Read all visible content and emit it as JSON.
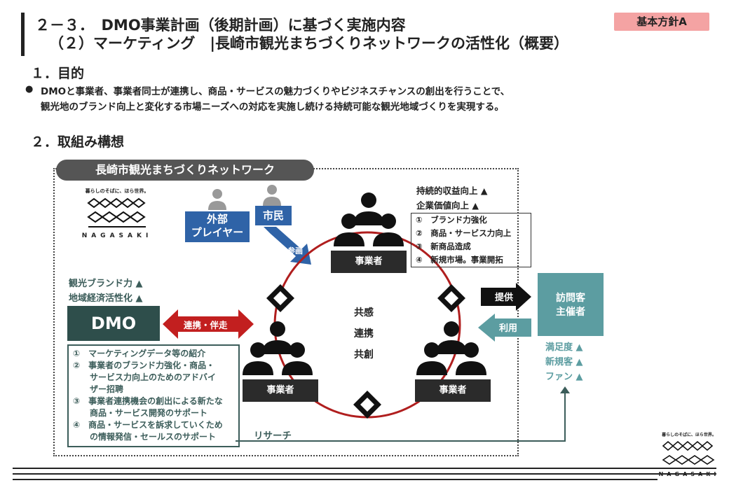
{
  "header": {
    "title_line1": "２－３．　DMO事業計画（後期計画）に基づく実施内容",
    "title_line2": "（２）マーケティング　|長崎市観光まちづくりネットワークの活性化（概要）",
    "badge": "基本方針A"
  },
  "section1": {
    "heading": "１．目的",
    "bullet": "●",
    "text_line1": "DMOと事業者、事業者同士が連携し、商品・サービスの魅力づくりやビジネスチャンスの創出を行うことで、",
    "text_line2": "観光地のブランド向上と変化する市場ニーズへの対応を実施し続ける持続可能な観光地域づくりを実現する。"
  },
  "section2": {
    "heading": "２．取組み構想"
  },
  "diagram": {
    "network_label": "長崎市観光まちづくりネットワーク",
    "logo": {
      "tagline": "暮らしのそばに、ほら世界。",
      "wordmark": "NAGASAKI"
    },
    "external_player": {
      "line1": "外部",
      "line2": "プレイヤー"
    },
    "citizen": "市民",
    "participate": "参画",
    "business_top": "事業者",
    "business_left": "事業者",
    "business_right": "事業者",
    "center_words": [
      "共感",
      "連携",
      "共創"
    ],
    "business_outcomes": [
      "持続的収益向上",
      "企業価値向上"
    ],
    "business_topics": [
      "①　ブランド力強化",
      "②　商品・サービス力向上",
      "③　新商品造成",
      "④　新規市場。事業開拓"
    ],
    "dmo_outcomes": [
      "観光ブランド力",
      "地域経済活性化"
    ],
    "dmo_label": "DMO",
    "dmo_link": "連携・伴走",
    "dmo_support": [
      "①　マーケティングデータ等の紹介",
      "②　事業者のブランド力強化・商品・",
      "　　サービス力向上のためのアドバイ",
      "　　ザー招聘",
      "③　事業者連携機会の創出による新たな",
      "　　商品・サービス開発のサポート",
      "④　商品・サービスを訴求していくため",
      "　　の情報発信・セールスのサポート"
    ],
    "research": "リサーチ",
    "provide": "提供",
    "use": "利用",
    "visitor": {
      "line1": "訪問客",
      "line2": "主催者"
    },
    "visitor_outcomes": [
      "満足度",
      "新規客",
      "ファン"
    ]
  },
  "footer_logo": {
    "tagline": "暮らしのそばに、ほら世界。",
    "wordmark": "NAGASAKI"
  },
  "colors": {
    "badge": "#f4a3a3",
    "dmo": "#2e4e4b",
    "visitor": "#5c9da1",
    "blue": "#2f63a7",
    "red": "#c21f1f",
    "circle": "#b01e1e"
  }
}
